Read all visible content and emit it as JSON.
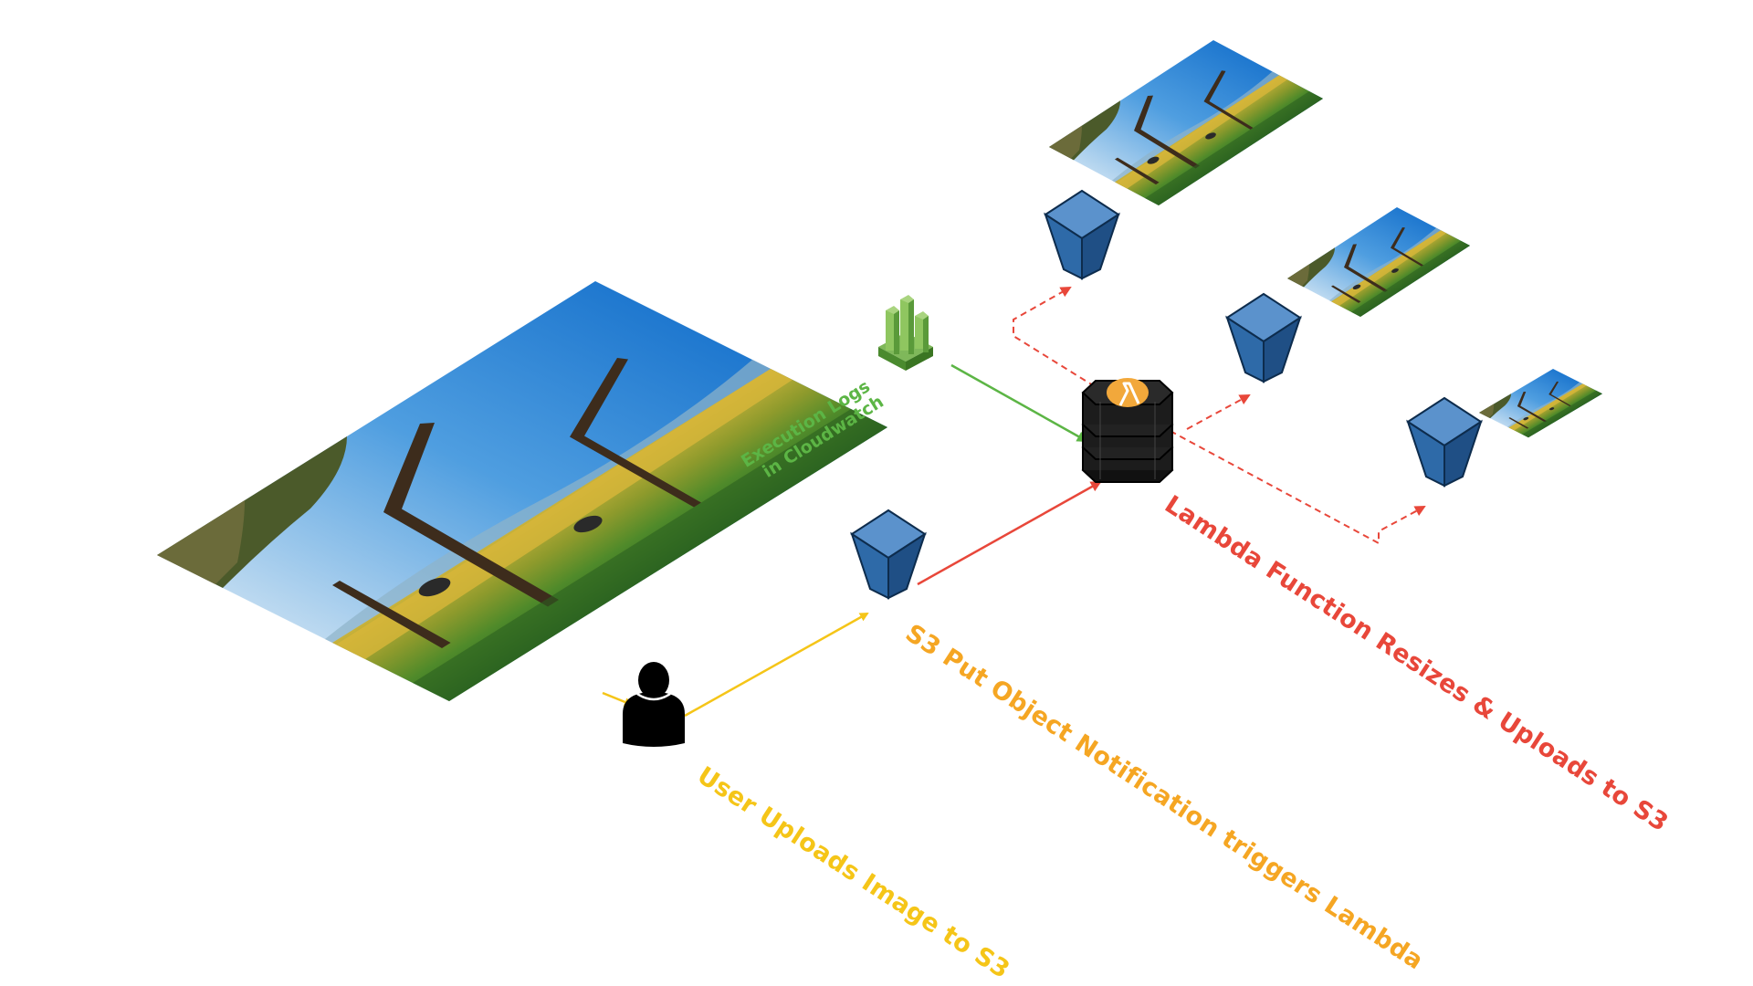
{
  "labels": {
    "user_upload": "User Uploads Image to S3",
    "s3_notification": "S3 Put Object Notification triggers Lambda",
    "lambda_resize": "Lambda Function Resizes & Uploads to S3",
    "cloudwatch_line1": "Execution Logs",
    "cloudwatch_line2": "in Cloudwatch"
  },
  "icons": {
    "user": "person-icon",
    "bucket": "s3-bucket-icon",
    "lambda": "lambda-icon",
    "cloudwatch": "cloudwatch-icon",
    "photo": "landscape-photo"
  },
  "colors": {
    "yellow": "#f5c518",
    "orange": "#f5a623",
    "red": "#e8473a",
    "green": "#5cb545",
    "bucket_front": "#2e6aa8",
    "bucket_side": "#1f4f85",
    "bucket_top": "#5b92cc",
    "lambda_body": "#1c1c1c",
    "lambda_badge": "#f2a83b"
  }
}
